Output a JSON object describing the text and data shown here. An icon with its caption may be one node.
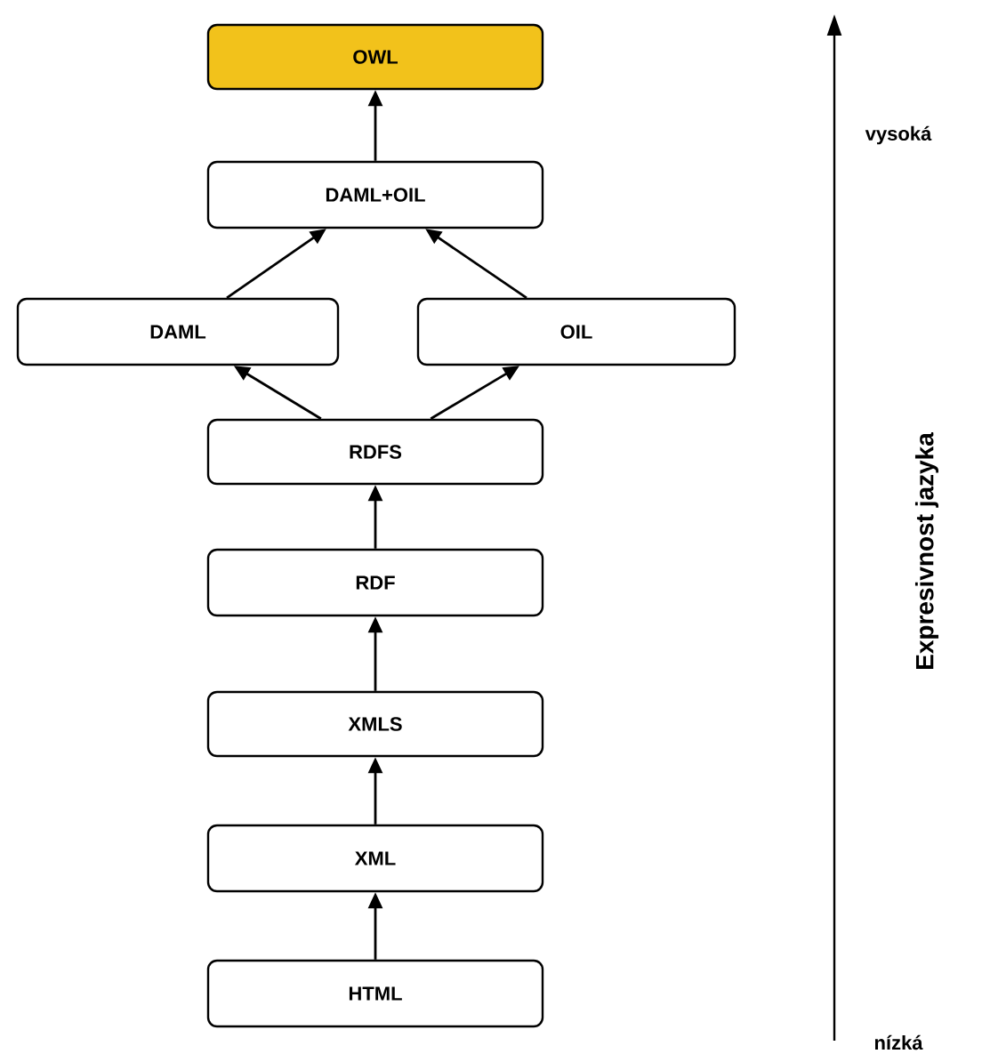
{
  "diagram": {
    "nodes": [
      {
        "text": [
          "OWL"
        ]
      },
      {
        "text": [
          "DAML+OIL"
        ]
      },
      {
        "text": [
          "DAML"
        ]
      },
      {
        "text": [
          "OIL"
        ]
      },
      {
        "text": [
          "RDFS"
        ]
      },
      {
        "text": [
          "RDF"
        ]
      },
      {
        "text": [
          "XMLS"
        ]
      },
      {
        "text": [
          "XML"
        ]
      },
      {
        "text": [
          "HTML"
        ]
      }
    ],
    "edges": [
      {
        "from": 8,
        "to": 7,
        "arrow": "to"
      },
      {
        "from": 7,
        "to": 6,
        "arrow": "to"
      },
      {
        "from": 6,
        "to": 5,
        "arrow": "to"
      },
      {
        "from": 5,
        "to": 4,
        "arrow": "to"
      },
      {
        "from": 4,
        "to": 2,
        "arrow": "to"
      },
      {
        "from": 4,
        "to": 3,
        "arrow": "to"
      },
      {
        "from": 2,
        "to": 1,
        "arrow": "to"
      },
      {
        "from": 3,
        "to": 1,
        "arrow": "to"
      },
      {
        "from": 1,
        "to": 0,
        "arrow": "to"
      }
    ],
    "labels": [
      "vysoká",
      "Expresivnost jazyka",
      "nízká"
    ]
  }
}
